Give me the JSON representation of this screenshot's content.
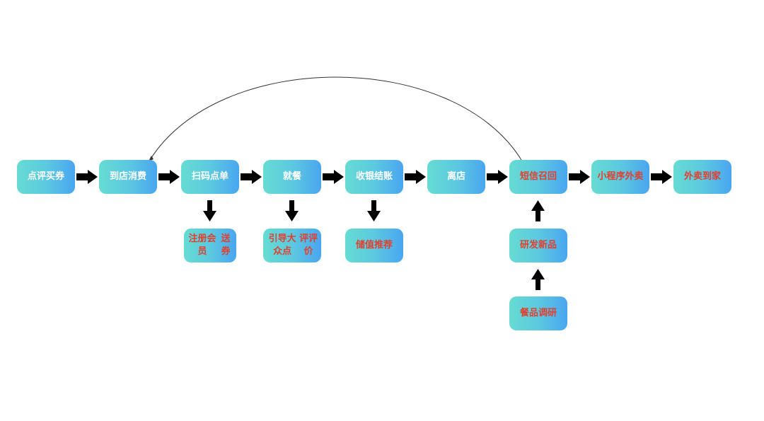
{
  "colors": {
    "gradient_start": "#66dcd3",
    "gradient_end": "#4aa6f0",
    "text_white": "#ffffff",
    "text_red": "#e0402f",
    "arrow": "#000000",
    "curve": "#333333"
  },
  "flow": {
    "main": [
      {
        "id": "n1",
        "label": "点评买券",
        "style": "white"
      },
      {
        "id": "n2",
        "label": "到店消费",
        "style": "white"
      },
      {
        "id": "n3",
        "label": "扫码点单",
        "style": "white"
      },
      {
        "id": "n4",
        "label": "就餐",
        "style": "white"
      },
      {
        "id": "n5",
        "label": "收银结账",
        "style": "white"
      },
      {
        "id": "n6",
        "label": "离店",
        "style": "white"
      },
      {
        "id": "n7",
        "label": "短信召回",
        "style": "red"
      },
      {
        "id": "n8",
        "label": "小程序外卖",
        "style": "red"
      },
      {
        "id": "n9",
        "label": "外卖到家",
        "style": "red"
      }
    ],
    "branches": [
      {
        "id": "b1",
        "line1": "注册会员",
        "line2": "送券",
        "style": "red"
      },
      {
        "id": "b2",
        "line1": "引导大众点",
        "line2": "评评价",
        "style": "red"
      },
      {
        "id": "b3",
        "line1": "储值推荐",
        "line2": "",
        "style": "red"
      },
      {
        "id": "b4",
        "line1": "研发新品",
        "line2": "",
        "style": "red"
      },
      {
        "id": "b5",
        "line1": "餐品调研",
        "line2": "",
        "style": "red"
      }
    ]
  }
}
